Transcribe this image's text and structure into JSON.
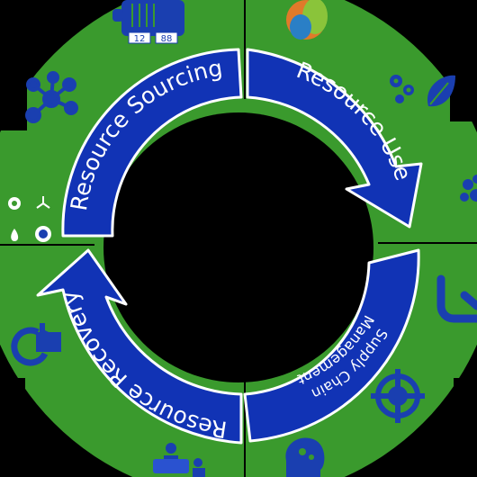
{
  "diagram": {
    "type": "circular-cycle",
    "stages": [
      {
        "id": "resource-sourcing",
        "label": "Resource Sourcing"
      },
      {
        "id": "resource-use",
        "label": "Resource Use"
      },
      {
        "id": "supply-chain-management",
        "label_line1": "Supply Chain",
        "label_line2": "Management"
      },
      {
        "id": "resource-recovery",
        "label": "Resource Recovery"
      }
    ],
    "puzzle_numbers": [
      "12",
      "88"
    ],
    "icons": [
      "puzzle-circuit-icon",
      "green-energy-logo-icon",
      "molecule-network-icon",
      "gears-leaf-icon",
      "paw-icon",
      "renewable-energy-icons",
      "pipe-valve-icon",
      "factory-cycle-icon",
      "target-crosshair-icon",
      "workers-icon",
      "head-gears-icon"
    ],
    "colors": {
      "ring_green": "#3a9a2d",
      "arrow_blue": "#1133b5",
      "icon_blue": "#1a3fb0",
      "text_white": "#ffffff",
      "background": "#000000"
    }
  }
}
